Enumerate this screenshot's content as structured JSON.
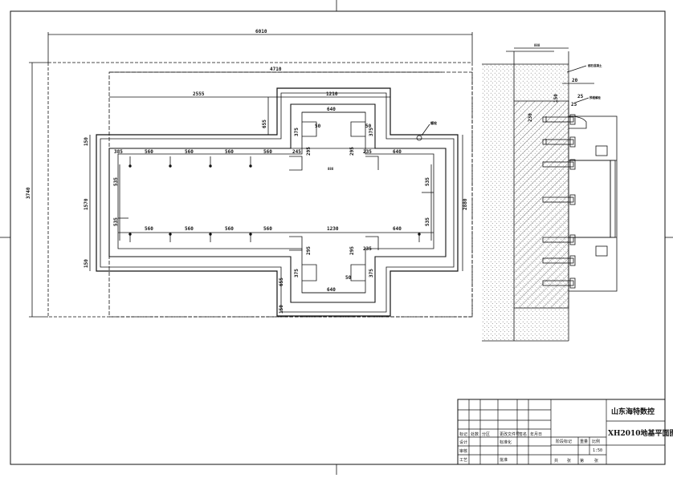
{
  "drawing": {
    "company": "山东海特数控",
    "title": "XH2010地基平面图",
    "scale": "1:50",
    "dims": {
      "overall_width": "6010",
      "pit_width": "4710",
      "half_width": "2555",
      "center_top": "1210",
      "top_640": "640",
      "top_50": "50",
      "top_375": "375",
      "top_655": "655",
      "left_150": "150",
      "left_1570": "1570",
      "overall_height": "3740",
      "inner_height": "2880",
      "top_row_385": "385",
      "row_560": "560",
      "mid_245": "245",
      "mid_295": "295",
      "mid_235": "235",
      "right_640": "640",
      "side_535": "535",
      "bottom_1230": "1230",
      "small_888": "888",
      "bolt_label": "螺栓",
      "bottom_655": "655",
      "bottom_150": "150"
    },
    "section": {
      "d20": "20",
      "d150": "150",
      "d25": "25",
      "d25b": "25",
      "d230": "230",
      "d888": "888",
      "note1": "细石混凝土",
      "note2": "预埋螺栓"
    },
    "titleblock": {
      "r1": [
        "标记",
        "处数",
        "分区",
        "更改文件号",
        "签名",
        "年月日"
      ],
      "r2": [
        "设计",
        "",
        "标准化",
        "",
        "阶段标记",
        "重量",
        "比例"
      ],
      "r3": [
        "审核",
        "",
        "",
        "",
        "共",
        "张",
        "第",
        "张"
      ],
      "r4": [
        "工艺",
        "",
        "批准"
      ]
    }
  }
}
